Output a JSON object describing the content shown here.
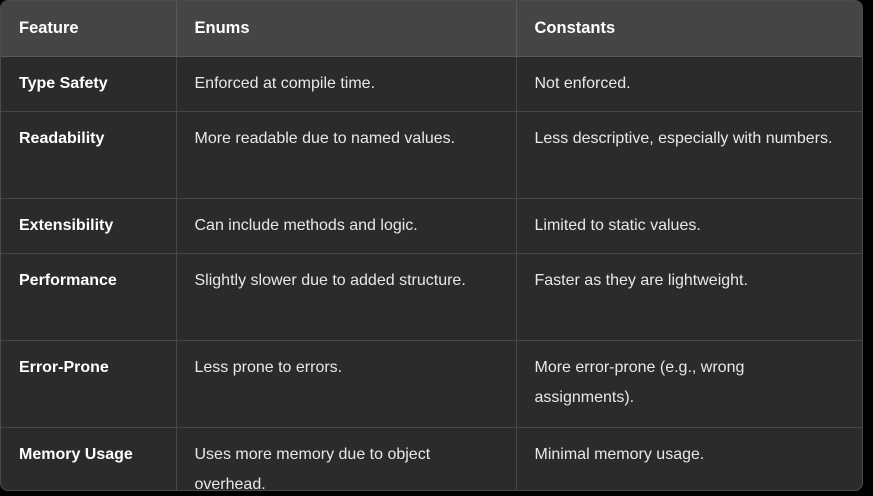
{
  "table": {
    "headers": [
      {
        "label": "Feature"
      },
      {
        "label": "Enums"
      },
      {
        "label": "Constants"
      }
    ],
    "rows": [
      {
        "feature": "Type Safety",
        "enums": "Enforced at compile time.",
        "constants": "Not enforced.",
        "height": "short"
      },
      {
        "feature": "Readability",
        "enums": "More readable due to named values.",
        "constants": "Less descriptive, especially with numbers.",
        "height": "tall"
      },
      {
        "feature": "Extensibility",
        "enums": "Can include methods and logic.",
        "constants": "Limited to static values.",
        "height": "short"
      },
      {
        "feature": "Performance",
        "enums": "Slightly slower due to added structure.",
        "constants": "Faster as they are lightweight.",
        "height": "tall"
      },
      {
        "feature": "Error-Prone",
        "enums": "Less prone to errors.",
        "constants": "More error-prone (e.g., wrong assignments).",
        "height": "tall"
      },
      {
        "feature": "Memory Usage",
        "enums": "Uses more memory due to object overhead.",
        "constants": "Minimal memory usage.",
        "height": "tall"
      }
    ]
  },
  "colors": {
    "page_background": "#000000",
    "table_background": "#2b2b2b",
    "header_background": "#454545",
    "border": "#474747",
    "header_text": "#ffffff",
    "body_text": "#e8e8e8"
  }
}
